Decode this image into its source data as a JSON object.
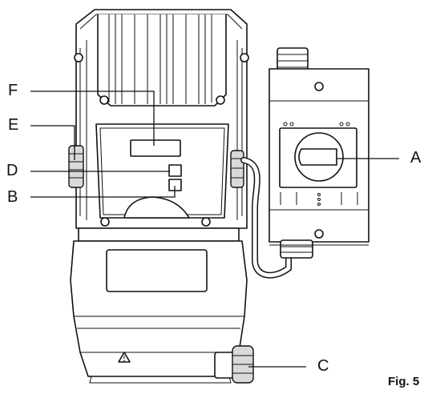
{
  "figure": {
    "caption": "Fig. 5",
    "callouts": {
      "a": "A",
      "b": "B",
      "c": "C",
      "d": "D",
      "e": "E",
      "f": "F"
    },
    "warning_symbol": "warning-triangle-icon"
  }
}
